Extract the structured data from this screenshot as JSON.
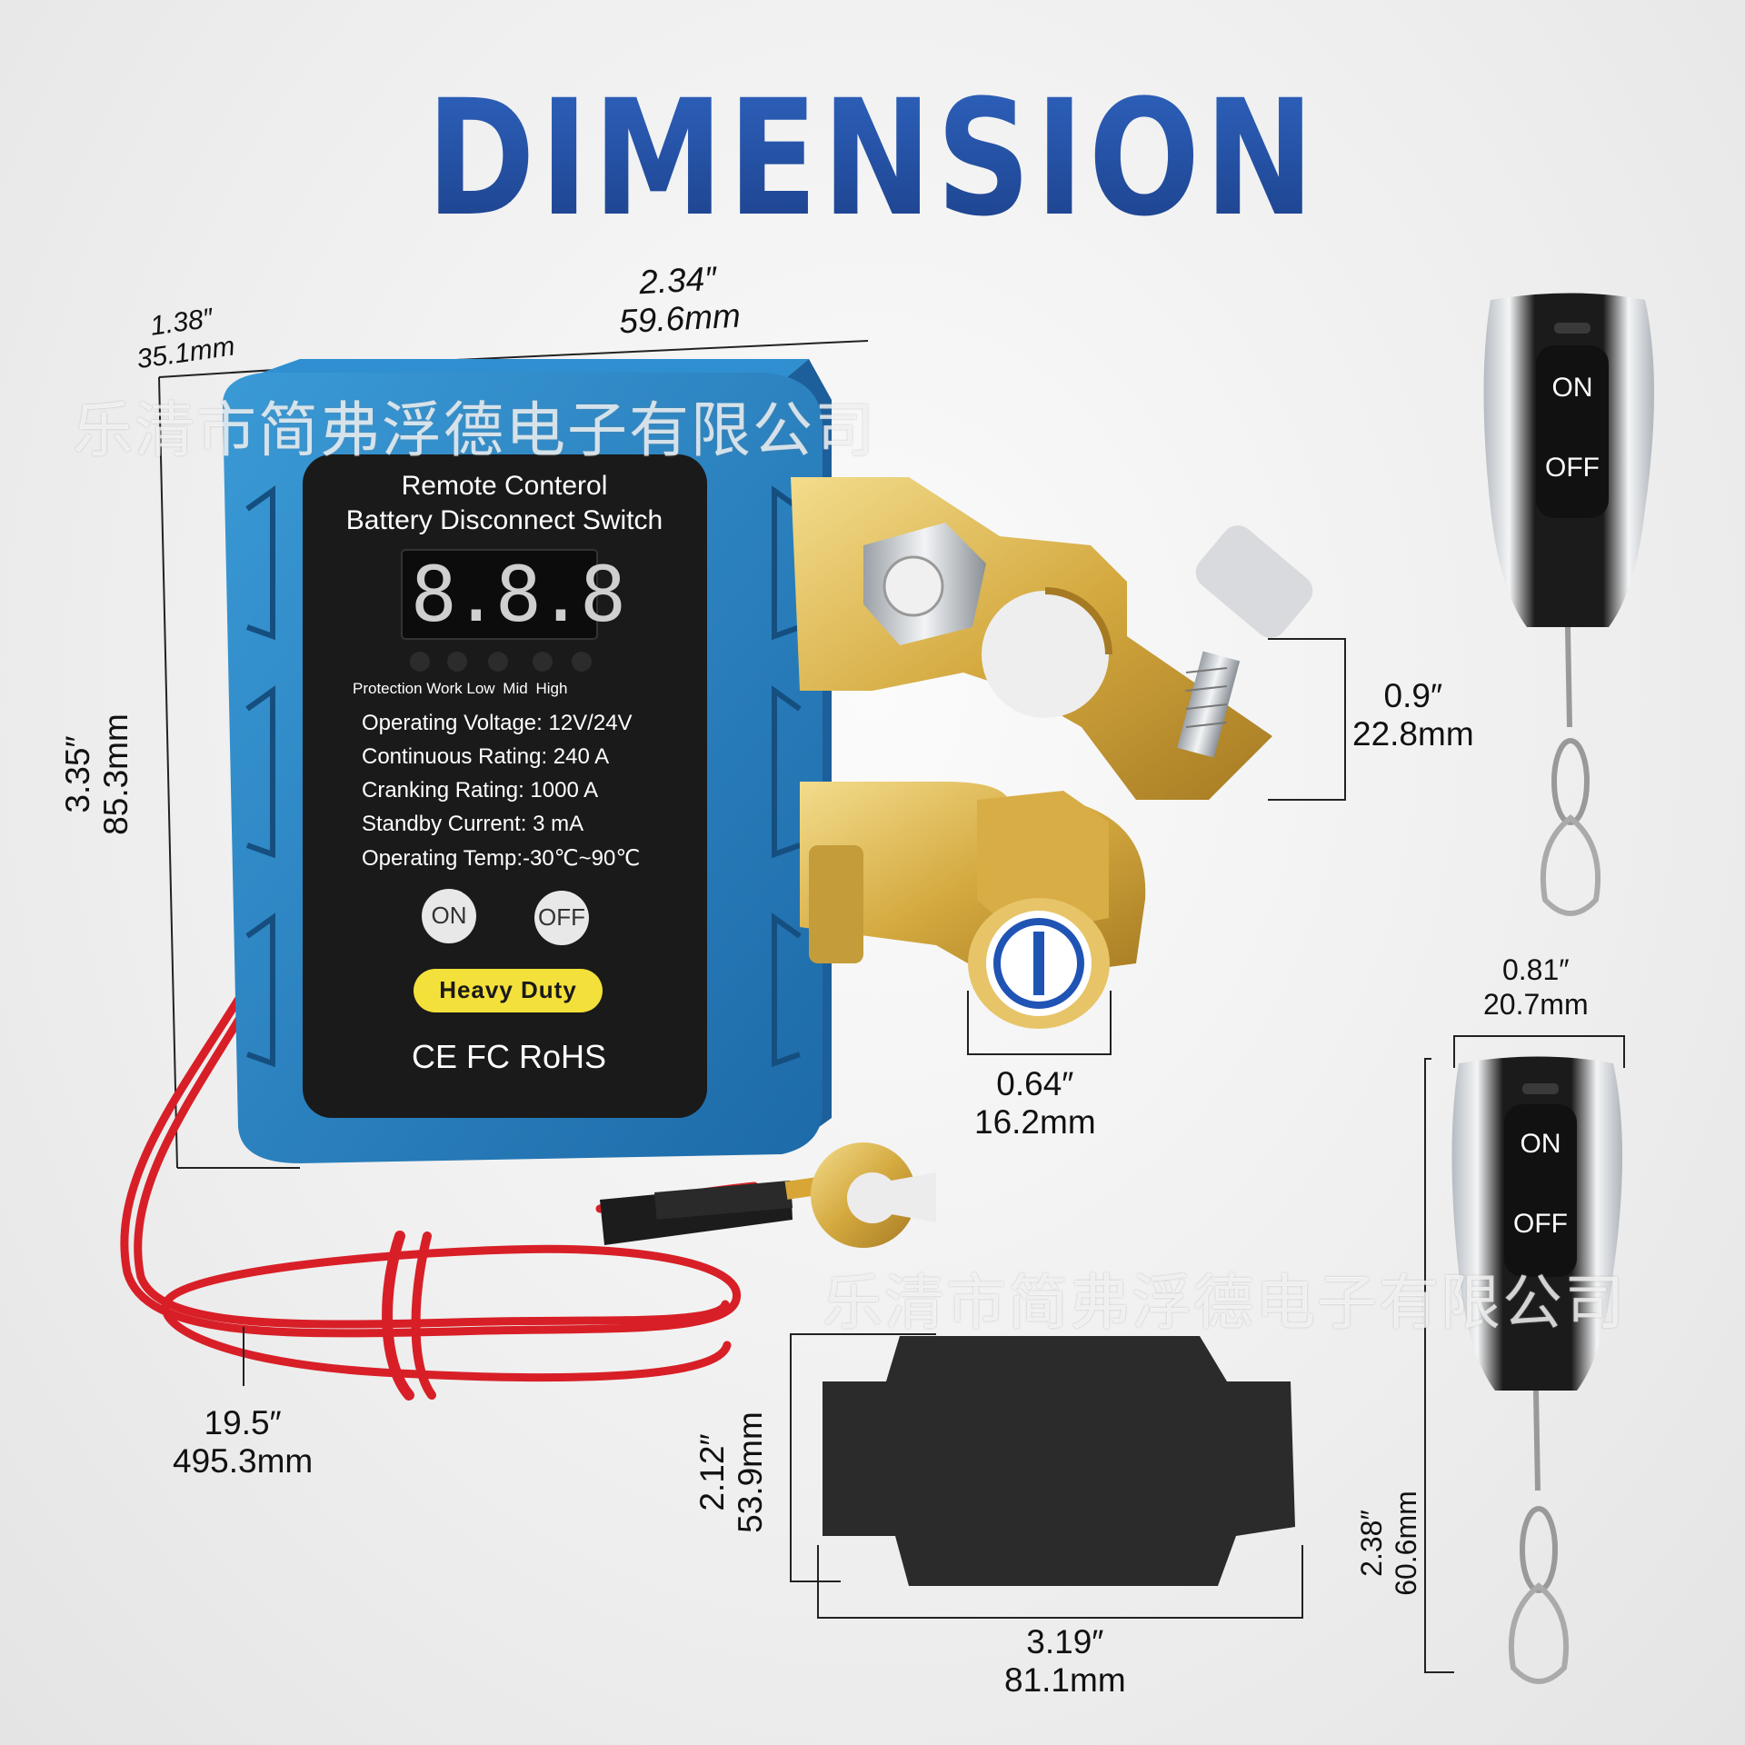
{
  "title": "DIMENSION",
  "watermark": "乐清市简弗浮德电子有限公司",
  "device": {
    "title_line1": "Remote Conterol",
    "title_line2": "Battery Disconnect Switch",
    "display": "8.8.8",
    "indicators": [
      "Protection",
      "Work",
      "Low",
      "Mid",
      "High"
    ],
    "specs": [
      "Operating Voltage: 12V/24V",
      "Continuous Rating: 240 A",
      "Cranking Rating: 1000 A",
      "Standby Current: 3 mA",
      "Operating Temp:-30℃~90℃"
    ],
    "on_label": "ON",
    "off_label": "OFF",
    "badge": "Heavy Duty",
    "certifications": "CE FC RoHS"
  },
  "remote": {
    "on_label": "ON",
    "off_label": "OFF"
  },
  "dimensions": {
    "width_in": "2.34″",
    "width_mm": "59.6mm",
    "depth_in": "1.38″",
    "depth_mm": "35.1mm",
    "height_in": "3.35″",
    "height_mm": "85.3mm",
    "clamp_in": "0.9″",
    "clamp_mm": "22.8mm",
    "post_in": "0.64″",
    "post_mm": "16.2mm",
    "cable_in": "19.5″",
    "cable_mm": "495.3mm",
    "pad_h_in": "2.12″",
    "pad_h_mm": "53.9mm",
    "pad_w_in": "3.19″",
    "pad_w_mm": "81.1mm",
    "remote_w_in": "0.81″",
    "remote_w_mm": "20.7mm",
    "remote_h_in": "2.38″",
    "remote_h_mm": "60.6mm"
  },
  "colors": {
    "title": "#1f4fa3",
    "body": "#2a86c6",
    "panel": "#1a1a1a",
    "brass": "#d9b24a",
    "cable": "#e0242c",
    "badge": "#f4e03a"
  }
}
